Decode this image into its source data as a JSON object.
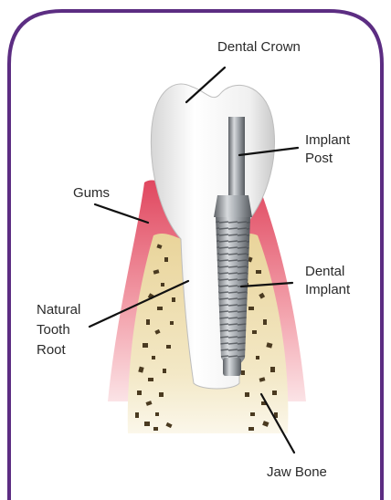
{
  "labels": {
    "dental_crown": "Dental Crown",
    "implant_post": [
      "Implant",
      "Post"
    ],
    "gums": "Gums",
    "dental_implant": [
      "Dental",
      "Implant"
    ],
    "natural_tooth_root": [
      "Natural",
      "Tooth",
      "Root"
    ],
    "jaw_bone": "Jaw Bone"
  },
  "colors": {
    "frame": "#5c2d82",
    "gum": "#e0475f",
    "bone": "#efe1b6",
    "bone_spots": "#4a3a20",
    "tooth": "#f4f4f4",
    "implant": "#8f949a"
  }
}
